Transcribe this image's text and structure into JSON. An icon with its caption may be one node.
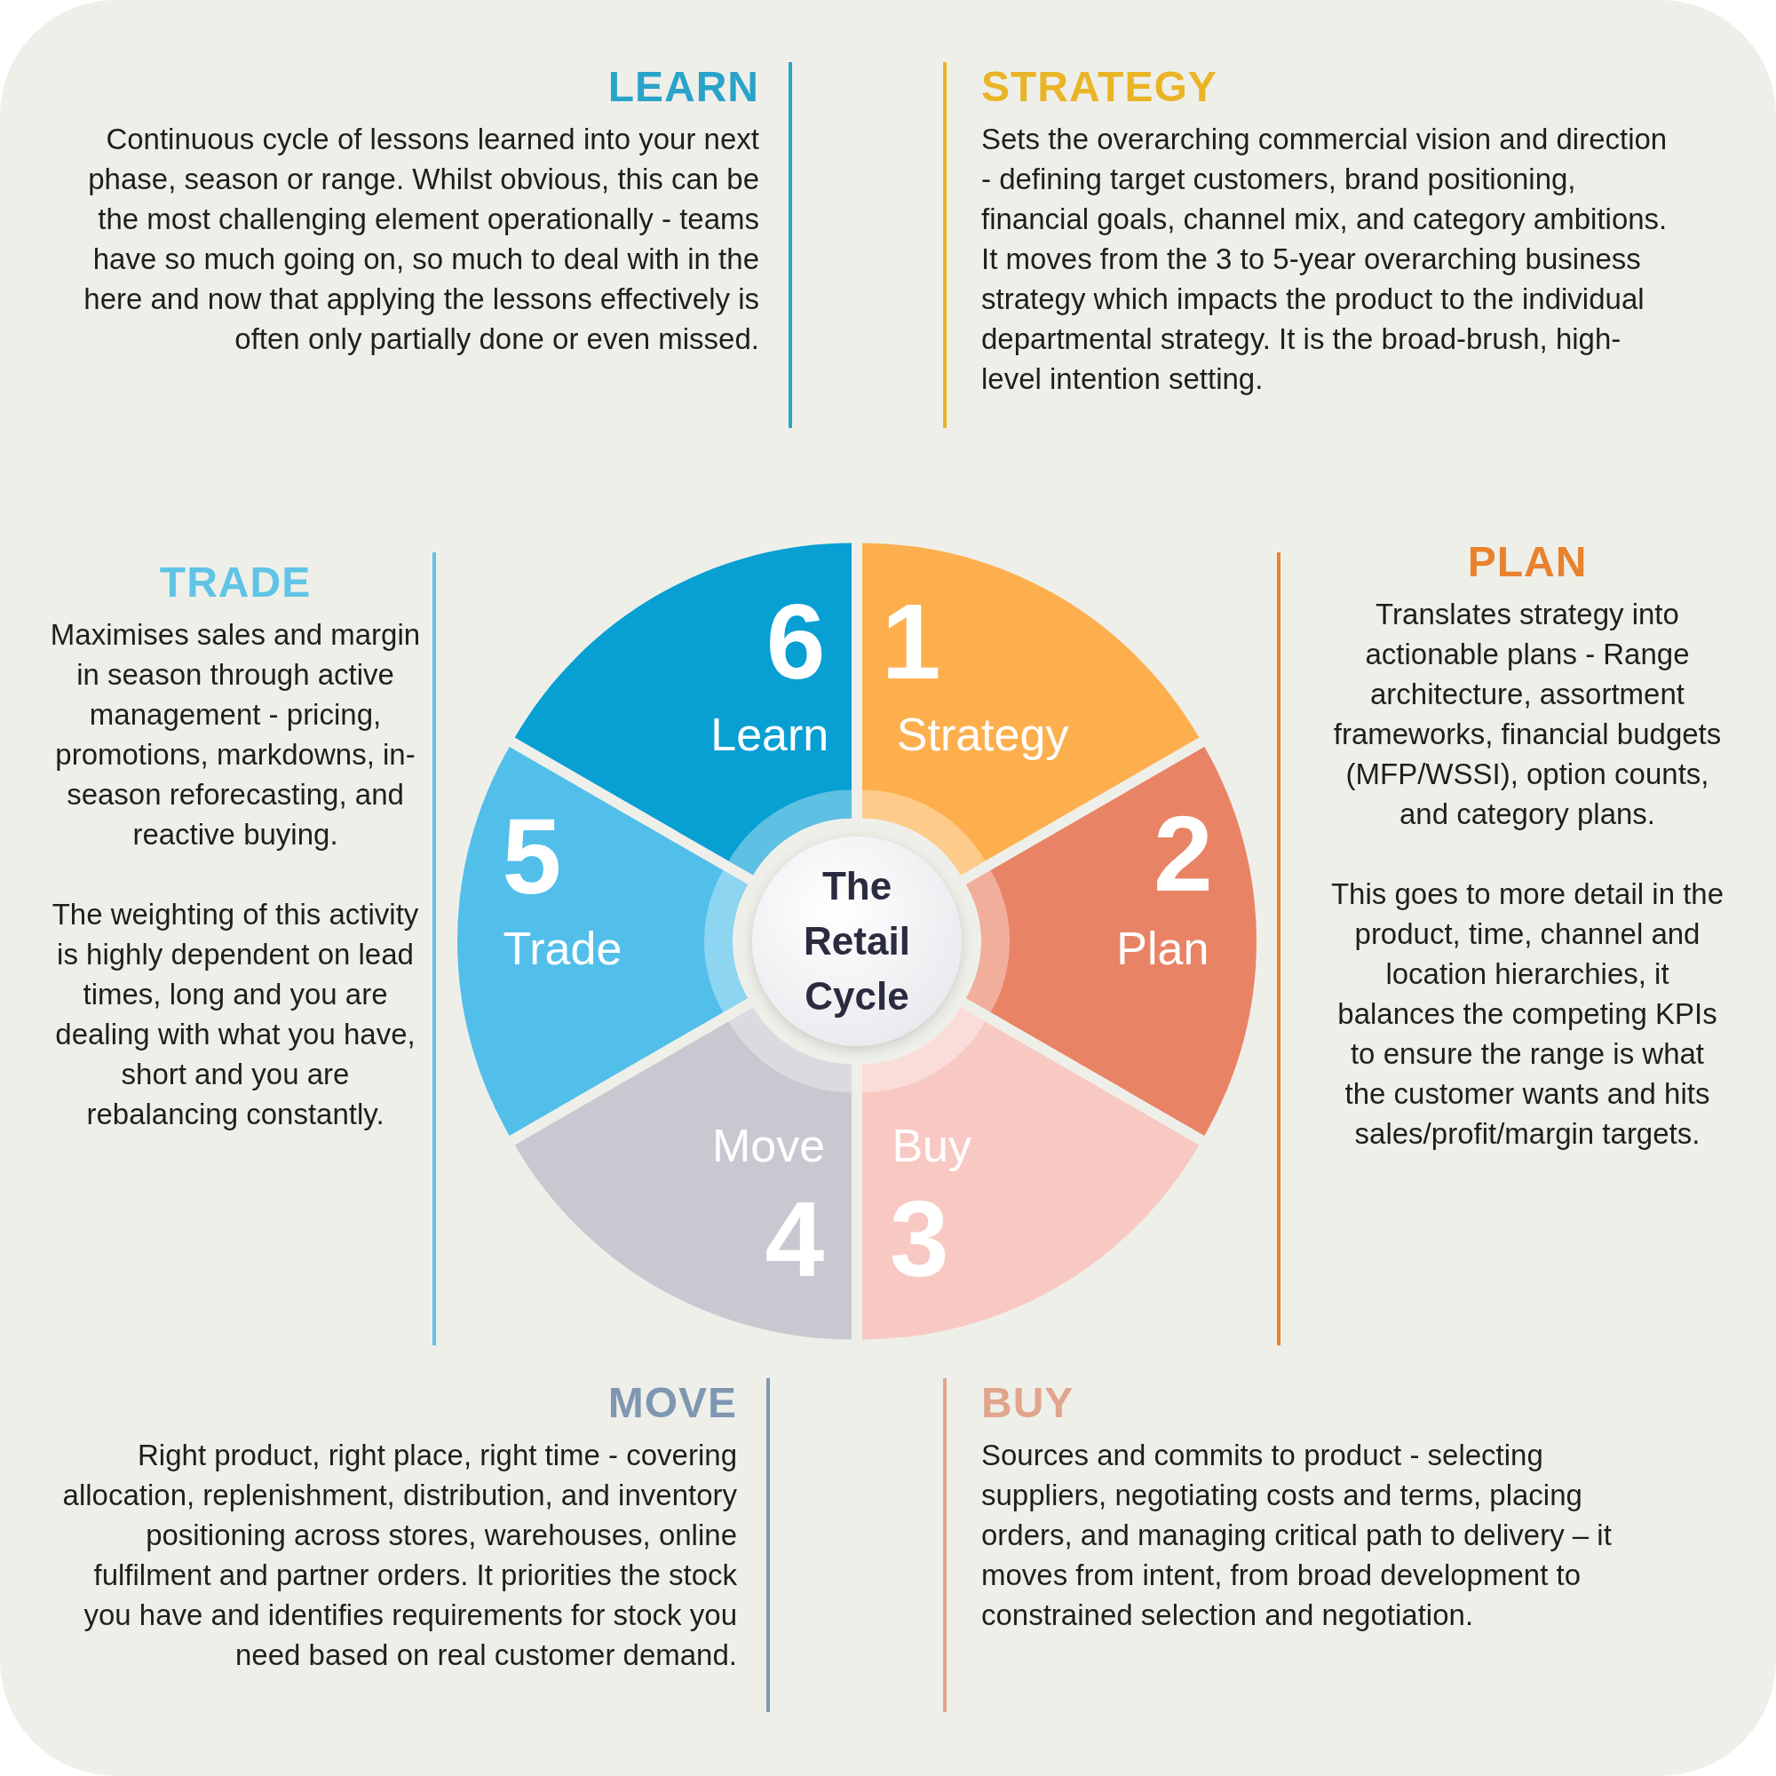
{
  "diagram": {
    "nodes": [
      {
        "text": [
          "The Retail Cycle"
        ]
      },
      {
        "text": [
          "1",
          "Strategy"
        ]
      },
      {
        "text": [
          "2",
          "Plan"
        ]
      },
      {
        "text": [
          "Buy",
          "3"
        ]
      },
      {
        "text": [
          "Move",
          "4"
        ]
      },
      {
        "text": [
          "5",
          "Trade"
        ]
      },
      {
        "text": [
          "6",
          "Learn"
        ]
      }
    ],
    "labels": [
      "LEARN",
      "Continuous cycle of lessons learned into your next phase, season or range. Whilst obvious, this can be the most challenging element operationally - teams have so much going on, so much to deal with in the here and now that applying the lessons effectively is often only partially done or even missed.",
      "STRATEGY",
      "Sets the overarching commercial vision and direction - defining target customers, brand positioning, financial goals, channel mix, and category ambitions. It moves from the 3 to 5-year overarching business strategy which impacts the product to the individual departmental strategy. It is the broad-brush, high-level intention setting.",
      "TRADE",
      "Maximises sales and margin in season through active management - pricing, promotions, markdowns, in-season reforecasting, and reactive buying.",
      "The weighting of this activity is highly dependent on lead times, long and you are dealing with what you have, short and you are rebalancing constantly.",
      "PLAN",
      "Translates strategy into actionable plans - Range architecture, assortment frameworks, financial budgets (MFP/WSSI), option counts, and category plans.",
      "This goes to more detail in the product, time, channel and location hierarchies, it balances the competing KPIs to ensure the range is what the customer wants and hits sales/profit/margin targets.",
      "MOVE",
      "Right product, right place, right time - covering allocation, replenishment, distribution, and inventory positioning across stores, warehouses, online fulfilment and partner orders. It priorities the stock you have and identifies requirements for stock you need based on real customer demand.",
      "BUY",
      "Sources and commits to product - selecting suppliers, negotiating costs and terms, placing orders, and managing critical path to delivery – it moves from intent, from broad development to constrained selection and negotiation."
    ]
  }
}
